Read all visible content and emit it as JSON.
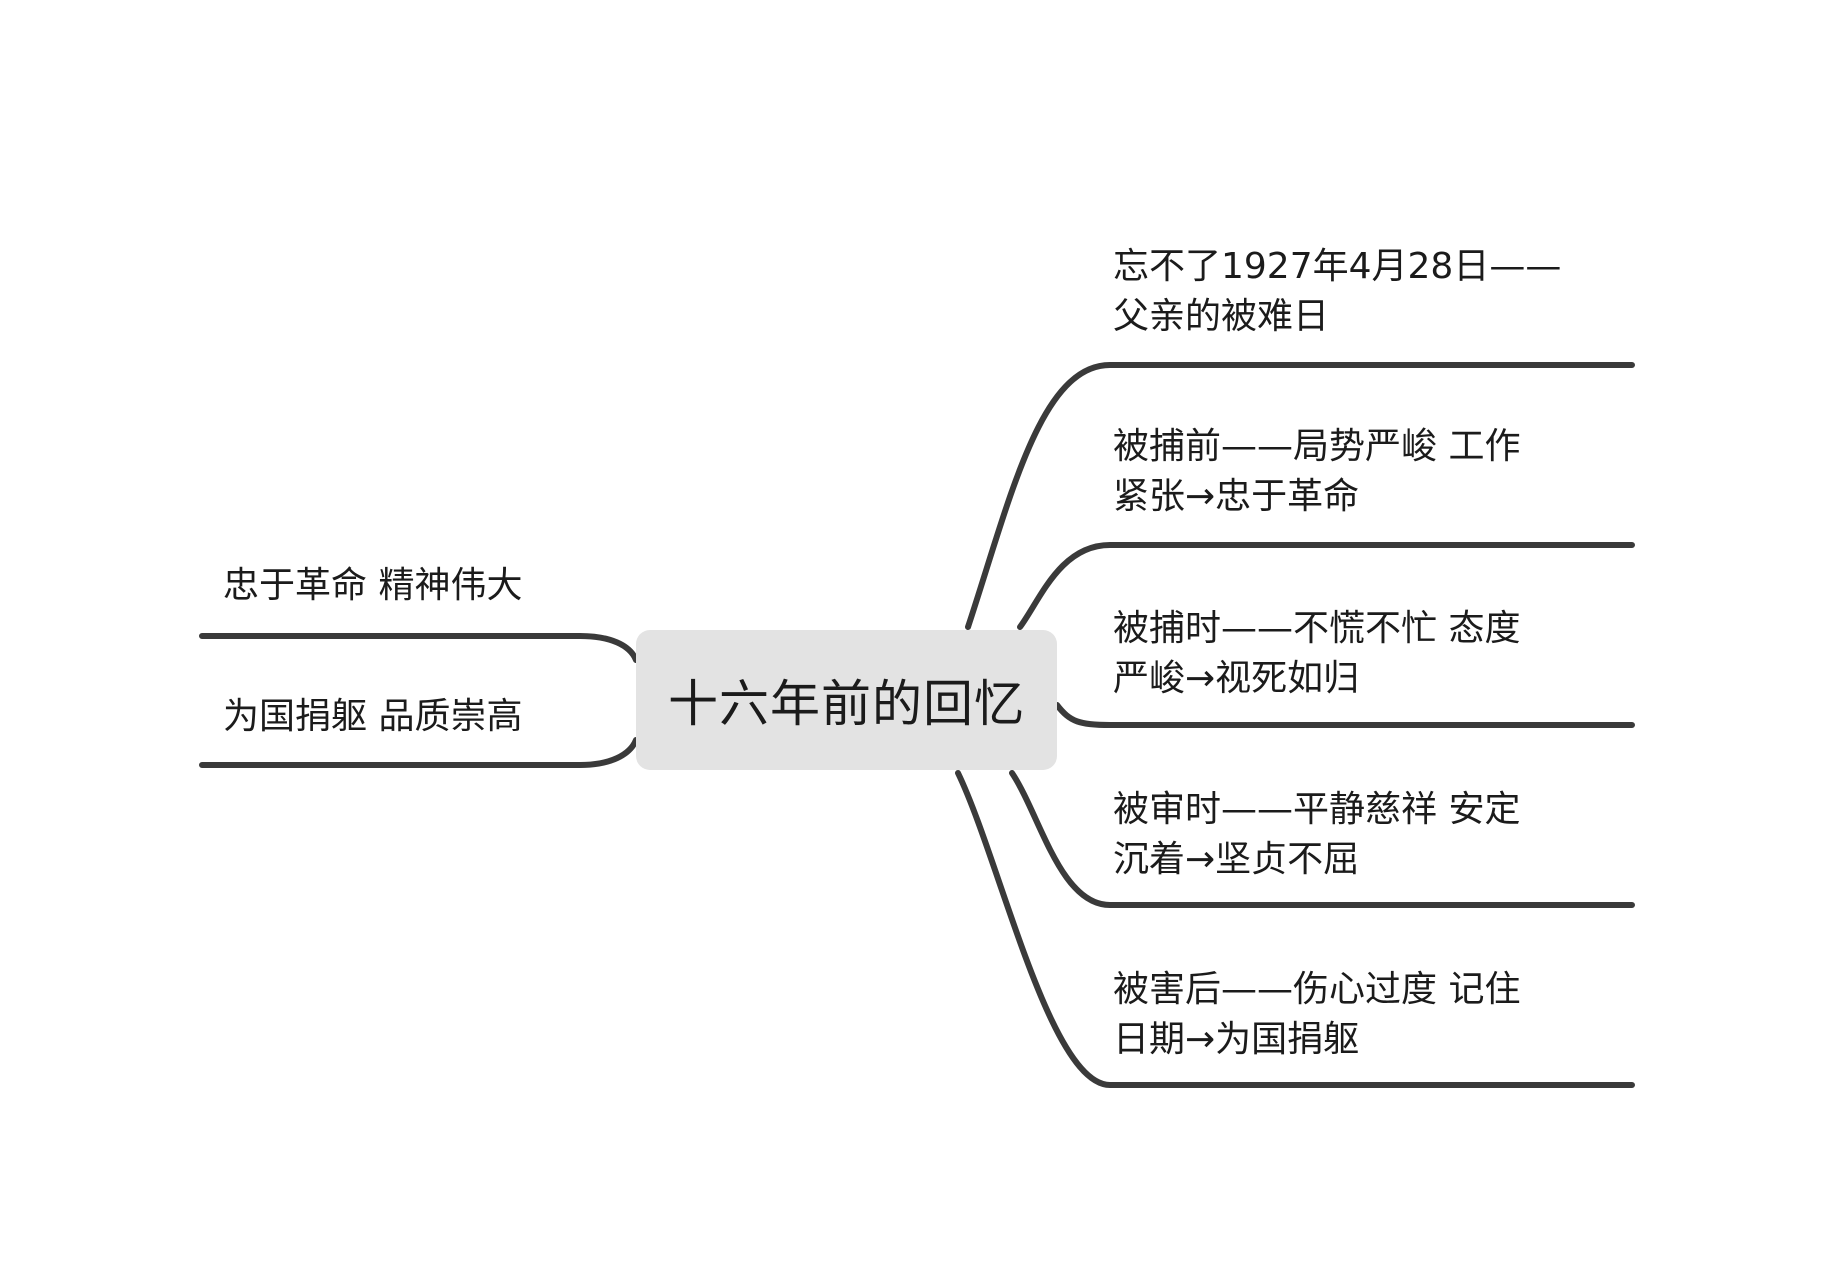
{
  "diagram": {
    "center": {
      "label": "十六年前的回忆"
    },
    "left_branches": [
      {
        "label": "忠于革命  精神伟大"
      },
      {
        "label": "为国捐躯  品质崇高"
      }
    ],
    "right_branches": [
      {
        "line1": "忘不了1927年4月28日——",
        "line2": "父亲的被难日"
      },
      {
        "line1": "被捕前——局势严峻  工作",
        "line2": "紧张→忠于革命"
      },
      {
        "line1": "被捕时——不慌不忙  态度",
        "line2": "严峻→视死如归"
      },
      {
        "line1": "被审时——平静慈祥  安定",
        "line2": "沉着→坚贞不屈"
      },
      {
        "line1": "被害后——伤心过度  记住",
        "line2": "日期→为国捐躯"
      }
    ],
    "colors": {
      "connector": "#3a3a3a",
      "center_fill": "#e3e3e3",
      "text": "#1b1b1b"
    }
  }
}
